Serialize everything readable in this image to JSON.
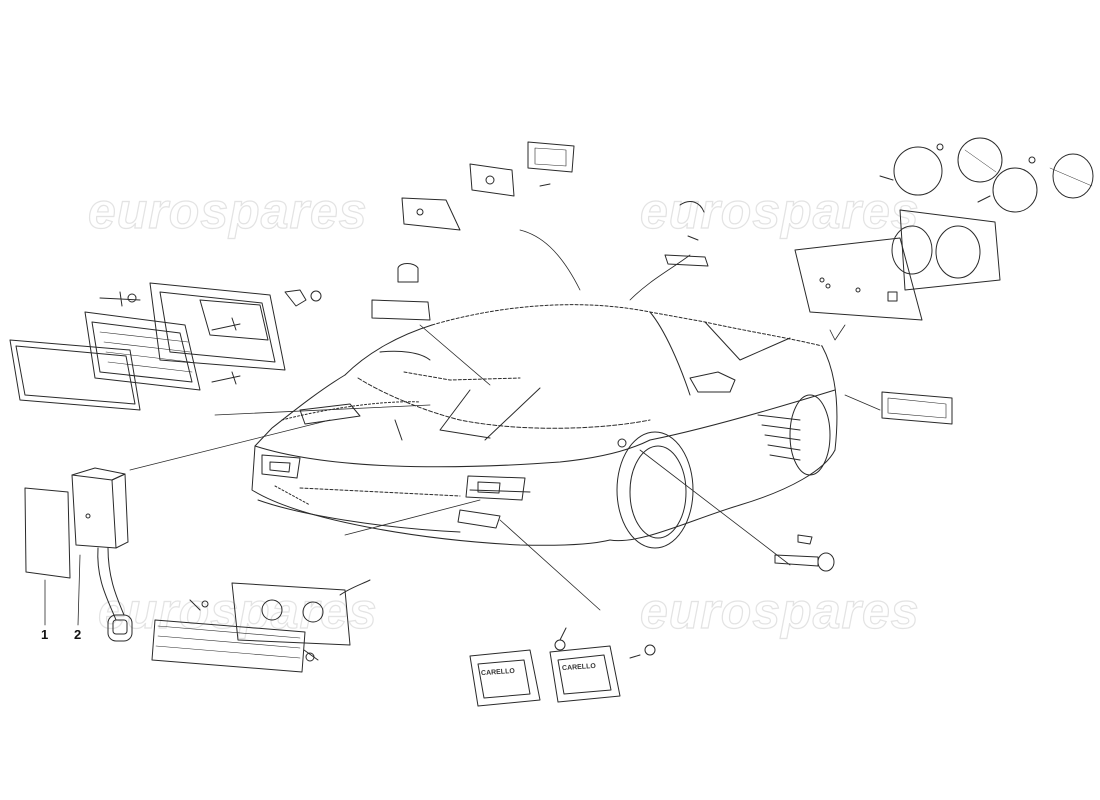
{
  "watermark": {
    "text": "eurospares"
  },
  "callouts": {
    "c1": "1",
    "c2": "2"
  },
  "parts": {
    "fog_light_label_1": "CARELLO",
    "fog_light_label_2": "CARELLO"
  },
  "colors": {
    "line": "#2a2a2a",
    "watermark": "#e3e3e3",
    "background": "#ffffff"
  }
}
